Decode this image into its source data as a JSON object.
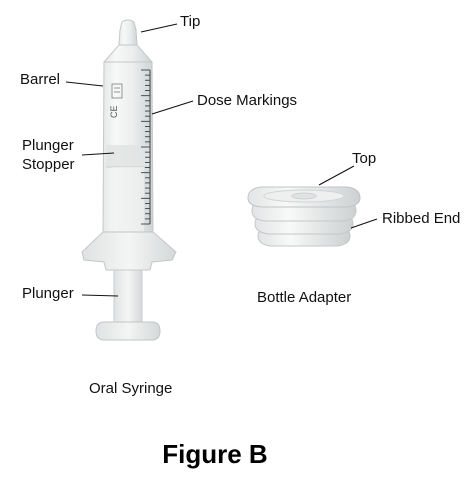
{
  "labels": {
    "tip": "Tip",
    "barrel": "Barrel",
    "dose_markings": "Dose Markings",
    "plunger_stopper_line1": "Plunger",
    "plunger_stopper_line2": "Stopper",
    "plunger": "Plunger",
    "top": "Top",
    "ribbed_end": "Ribbed End"
  },
  "captions": {
    "syringe": "Oral Syringe",
    "adapter": "Bottle Adapter"
  },
  "figure_title": "Figure B",
  "barrel_print": "CE"
}
